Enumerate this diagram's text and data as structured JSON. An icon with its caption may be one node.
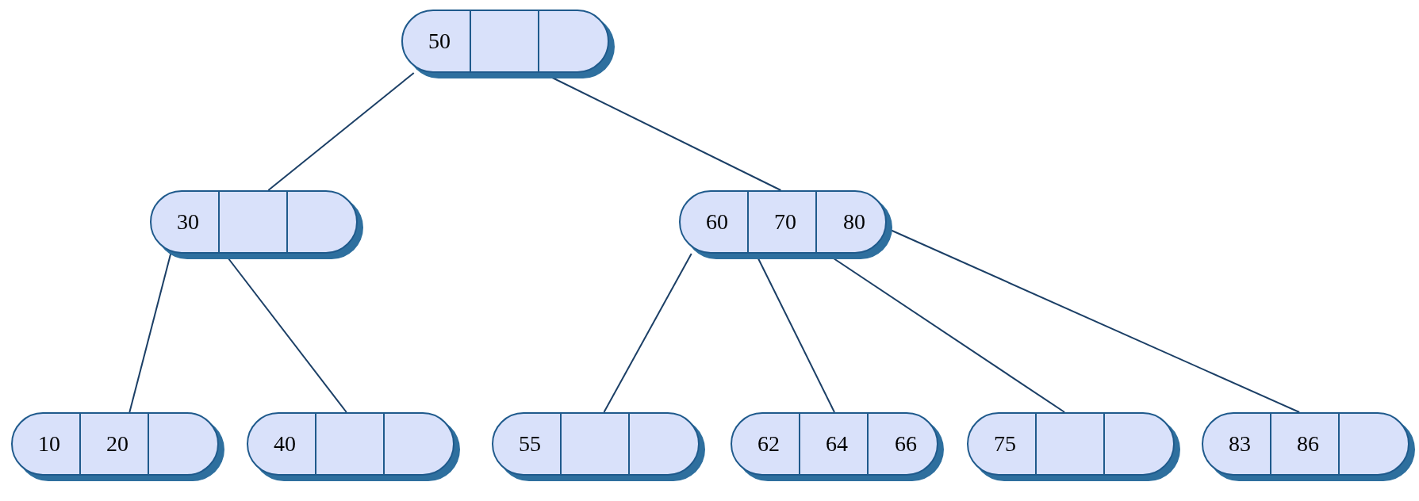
{
  "diagram": {
    "nodes": [
      {
        "text": [
          "50"
        ]
      },
      {
        "text": [
          "30"
        ]
      },
      {
        "text": [
          "60",
          "70",
          "80"
        ]
      },
      {
        "text": [
          "10",
          "20"
        ]
      },
      {
        "text": [
          "40"
        ]
      },
      {
        "text": [
          "55"
        ]
      },
      {
        "text": [
          "62",
          "64",
          "66"
        ]
      },
      {
        "text": [
          "75"
        ]
      },
      {
        "text": [
          "83",
          "86"
        ]
      }
    ],
    "edges": [
      {
        "from": 0,
        "to": 1,
        "arrow": "none"
      },
      {
        "from": 0,
        "to": 2,
        "arrow": "none"
      },
      {
        "from": 1,
        "to": 3,
        "arrow": "none"
      },
      {
        "from": 1,
        "to": 4,
        "arrow": "none"
      },
      {
        "from": 2,
        "to": 5,
        "arrow": "none"
      },
      {
        "from": 2,
        "to": 6,
        "arrow": "none"
      },
      {
        "from": 2,
        "to": 7,
        "arrow": "none"
      },
      {
        "from": 2,
        "to": 8,
        "arrow": "none"
      }
    ]
  }
}
